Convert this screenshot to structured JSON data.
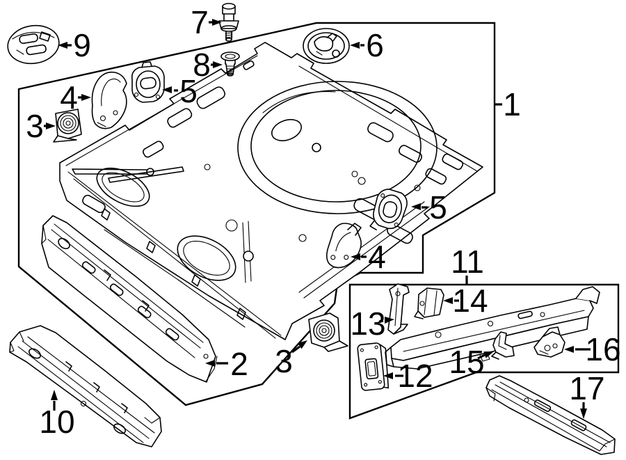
{
  "diagram": {
    "type": "exploded-parts-line-diagram",
    "colors": {
      "line": "#000000",
      "background": "#ffffff"
    },
    "callouts": [
      {
        "label": "9"
      },
      {
        "label": "7"
      },
      {
        "label": "8"
      },
      {
        "label": "6"
      },
      {
        "label": "1"
      },
      {
        "label": "4"
      },
      {
        "label": "5"
      },
      {
        "label": "3"
      },
      {
        "label": "5"
      },
      {
        "label": "4"
      },
      {
        "label": "2"
      },
      {
        "label": "3"
      },
      {
        "label": "10"
      },
      {
        "label": "11"
      },
      {
        "label": "13"
      },
      {
        "label": "14"
      },
      {
        "label": "12"
      },
      {
        "label": "15"
      },
      {
        "label": "16"
      },
      {
        "label": "17"
      }
    ]
  }
}
